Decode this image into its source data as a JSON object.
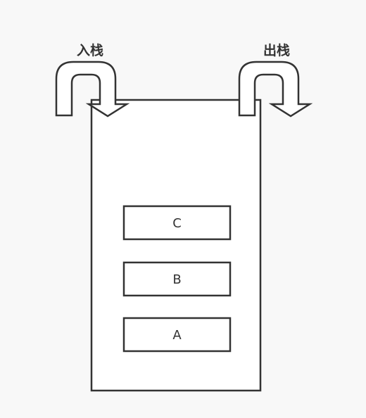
{
  "labels": {
    "push": "入栈",
    "pop": "出栈"
  },
  "stack_items": [
    {
      "label": "C"
    },
    {
      "label": "B"
    },
    {
      "label": "A"
    }
  ],
  "colors": {
    "stroke": "#333333",
    "fill": "#ffffff",
    "background": "#f8f8f8"
  }
}
